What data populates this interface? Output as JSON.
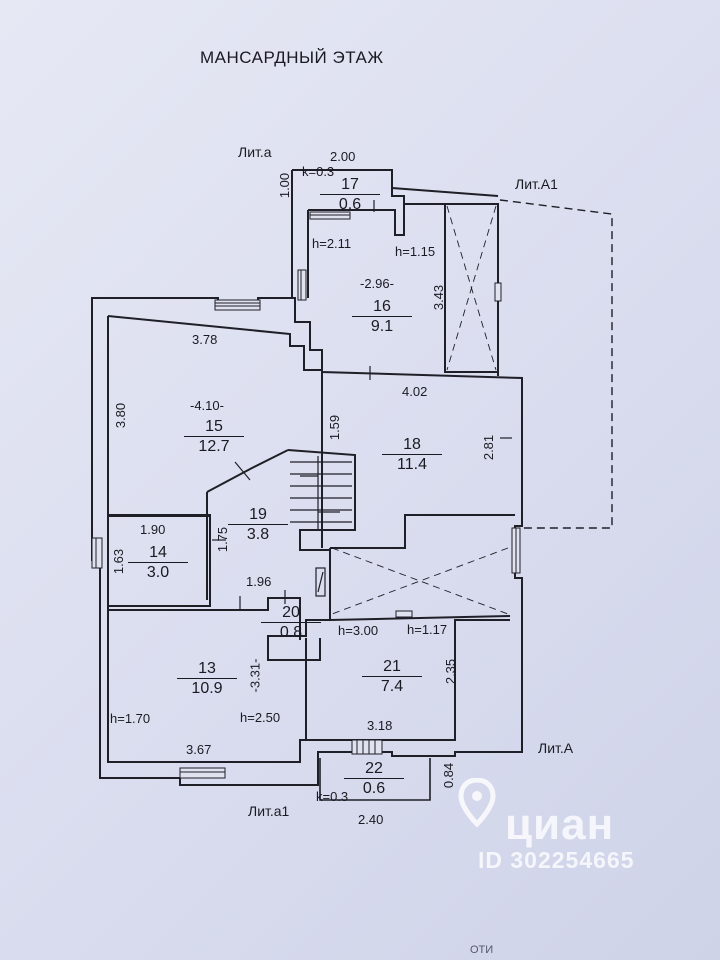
{
  "title": "МАНСАРДНЫЙ ЭТАЖ",
  "liters": {
    "lit_a": "Лит.а",
    "lit_A1": "Лит.А1",
    "lit_A": "Лит.А",
    "lit_a1": "Лит.а1"
  },
  "rooms": {
    "r13": {
      "num": "13",
      "area": "10.9"
    },
    "r14": {
      "num": "14",
      "area": "3.0"
    },
    "r15": {
      "num": "15",
      "area": "12.7"
    },
    "r16": {
      "num": "16",
      "area": "9.1"
    },
    "r17": {
      "num": "17",
      "area": "0.6"
    },
    "r18": {
      "num": "18",
      "area": "11.4"
    },
    "r19": {
      "num": "19",
      "area": "3.8"
    },
    "r20": {
      "num": "20",
      "area": "0.8"
    },
    "r21": {
      "num": "21",
      "area": "7.4"
    },
    "r22": {
      "num": "22",
      "area": "0.6"
    }
  },
  "dims": {
    "d200": "2.00",
    "d100": "1.00",
    "k03_top": "k=0.3",
    "h211": "h=2.11",
    "h115": "h=1.15",
    "d296": "-2.96-",
    "d343": "3.43",
    "d378": "3.78",
    "d380": "3.80",
    "d410": "-4.10-",
    "d402": "4.02",
    "d159": "1.59",
    "d281": "2.81",
    "d190": "1.90",
    "d175": "1.75",
    "d163": "1.63",
    "d196": "1.96",
    "h300": "h=3.00",
    "h117": "h=1.17",
    "d331": "-3.31-",
    "d235": "2.35",
    "h170": "h=1.70",
    "h250": "h=2.50",
    "d367": "3.67",
    "d318": "3.18",
    "d084": "0.84",
    "k03_bottom": "k=0.3",
    "d240": "2.40"
  },
  "watermark": {
    "brand": "циан",
    "id": "ID 302254665"
  },
  "footer_fragment": "ОТИ"
}
